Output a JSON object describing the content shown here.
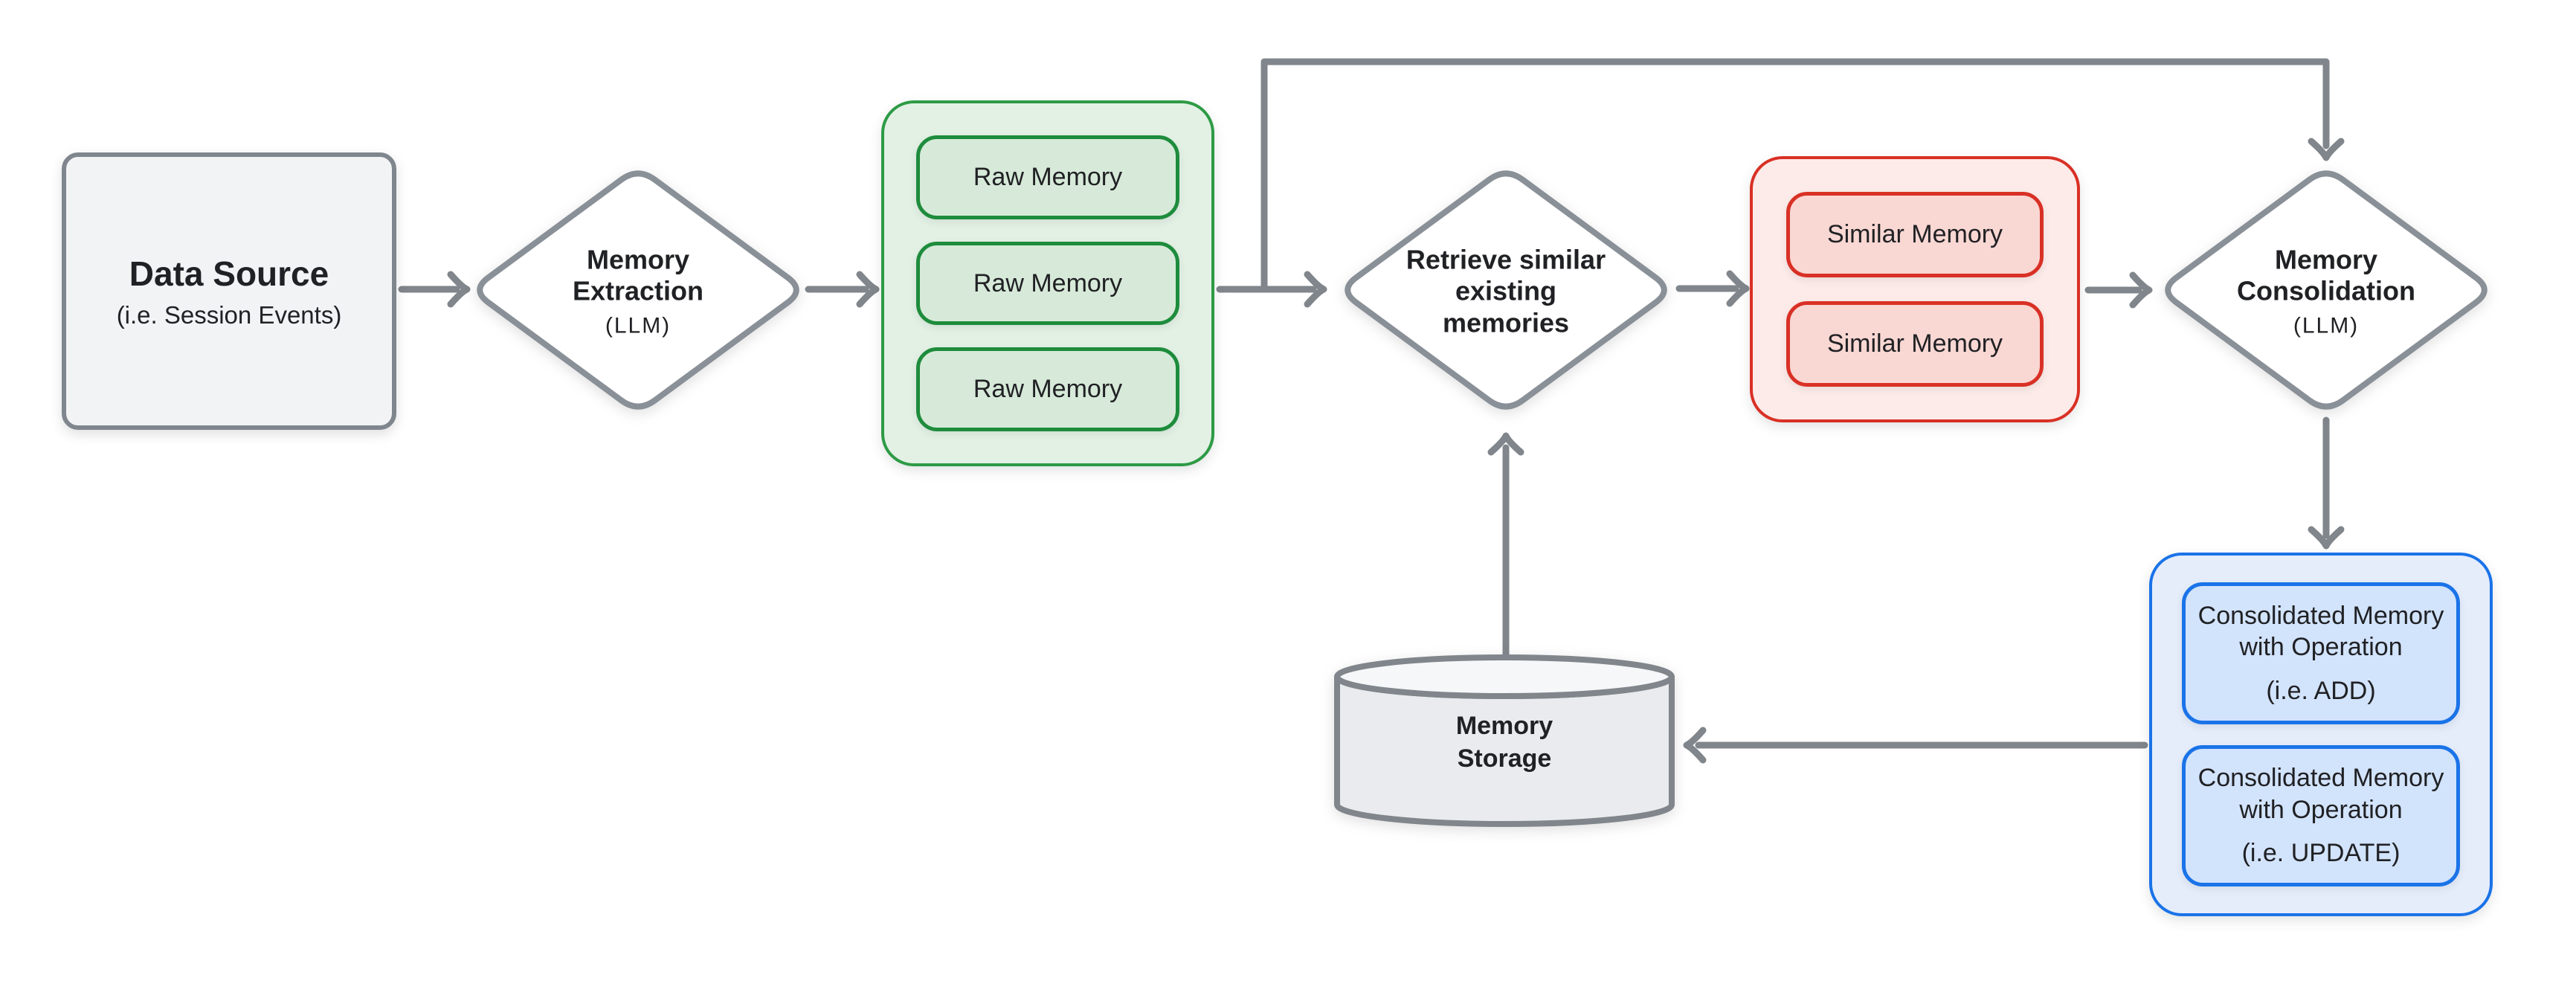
{
  "diagram": {
    "title": "Memory pipeline diagram",
    "background": "#ffffff"
  },
  "colors": {
    "arrow_gray": "#80868b",
    "node_border_gray": "#8a9097",
    "gray_fill": "#f2f3f5",
    "green_accent": "#2d9b45",
    "green_fill": "#e3f1e5",
    "green_box_fill": "#d7ead9",
    "green_box_border": "#1e8c3c",
    "red_accent": "#d93025",
    "red_fill": "#fcebe9",
    "red_box_fill": "#f9d7d3",
    "blue_accent": "#1a73e8",
    "blue_fill": "#e5edfb",
    "blue_box_fill": "#d2e3fc",
    "cylinder_fill": "#e9ebee",
    "cylinder_top_fill": "#f6f7f9",
    "text": "#202124"
  },
  "nodes": {
    "data_source": {
      "title": "Data Source",
      "subtitle": "(i.e. Session Events)"
    },
    "memory_extraction": {
      "title": "Memory\nExtraction",
      "subtitle": "(LLM)"
    },
    "raw_memory_group": {
      "items": [
        "Raw Memory",
        "Raw Memory",
        "Raw Memory"
      ]
    },
    "retrieve_memories": {
      "title": "Retrieve similar\nexisting\nmemories"
    },
    "similar_memory_group": {
      "items": [
        "Similar Memory",
        "Similar Memory"
      ]
    },
    "memory_consolidation": {
      "title": "Memory\nConsolidation",
      "subtitle": "(LLM)"
    },
    "consolidated_group": {
      "items": [
        {
          "title": "Consolidated Memory\nwith Operation",
          "subtitle": "(i.e. ADD)"
        },
        {
          "title": "Consolidated Memory\nwith Operation",
          "subtitle": "(i.e. UPDATE)"
        }
      ]
    },
    "memory_storage": {
      "title": "Memory\nStorage"
    }
  },
  "edges": [
    {
      "from": "data-source",
      "to": "memory-extraction"
    },
    {
      "from": "memory-extraction",
      "to": "raw-memory-group"
    },
    {
      "from": "raw-memory-group",
      "to": "retrieve-memories"
    },
    {
      "from": "raw-memory-group",
      "to": "memory-consolidation"
    },
    {
      "from": "retrieve-memories",
      "to": "similar-memory-group"
    },
    {
      "from": "similar-memory-group",
      "to": "memory-consolidation"
    },
    {
      "from": "memory-consolidation",
      "to": "consolidated-group"
    },
    {
      "from": "consolidated-group",
      "to": "memory-storage"
    },
    {
      "from": "memory-storage",
      "to": "retrieve-memories"
    }
  ]
}
